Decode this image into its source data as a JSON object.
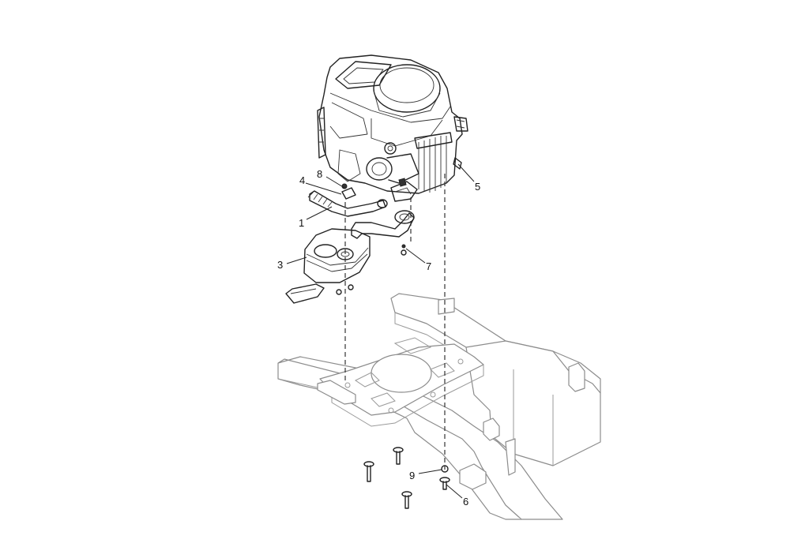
{
  "callouts": [
    {
      "id": "c1",
      "label": "1"
    },
    {
      "id": "c3",
      "label": "3"
    },
    {
      "id": "c4",
      "label": "4"
    },
    {
      "id": "c5",
      "label": "5"
    },
    {
      "id": "c6",
      "label": "6"
    },
    {
      "id": "c7",
      "label": "7"
    },
    {
      "id": "c8",
      "label": "8"
    },
    {
      "id": "c9",
      "label": "9"
    }
  ]
}
